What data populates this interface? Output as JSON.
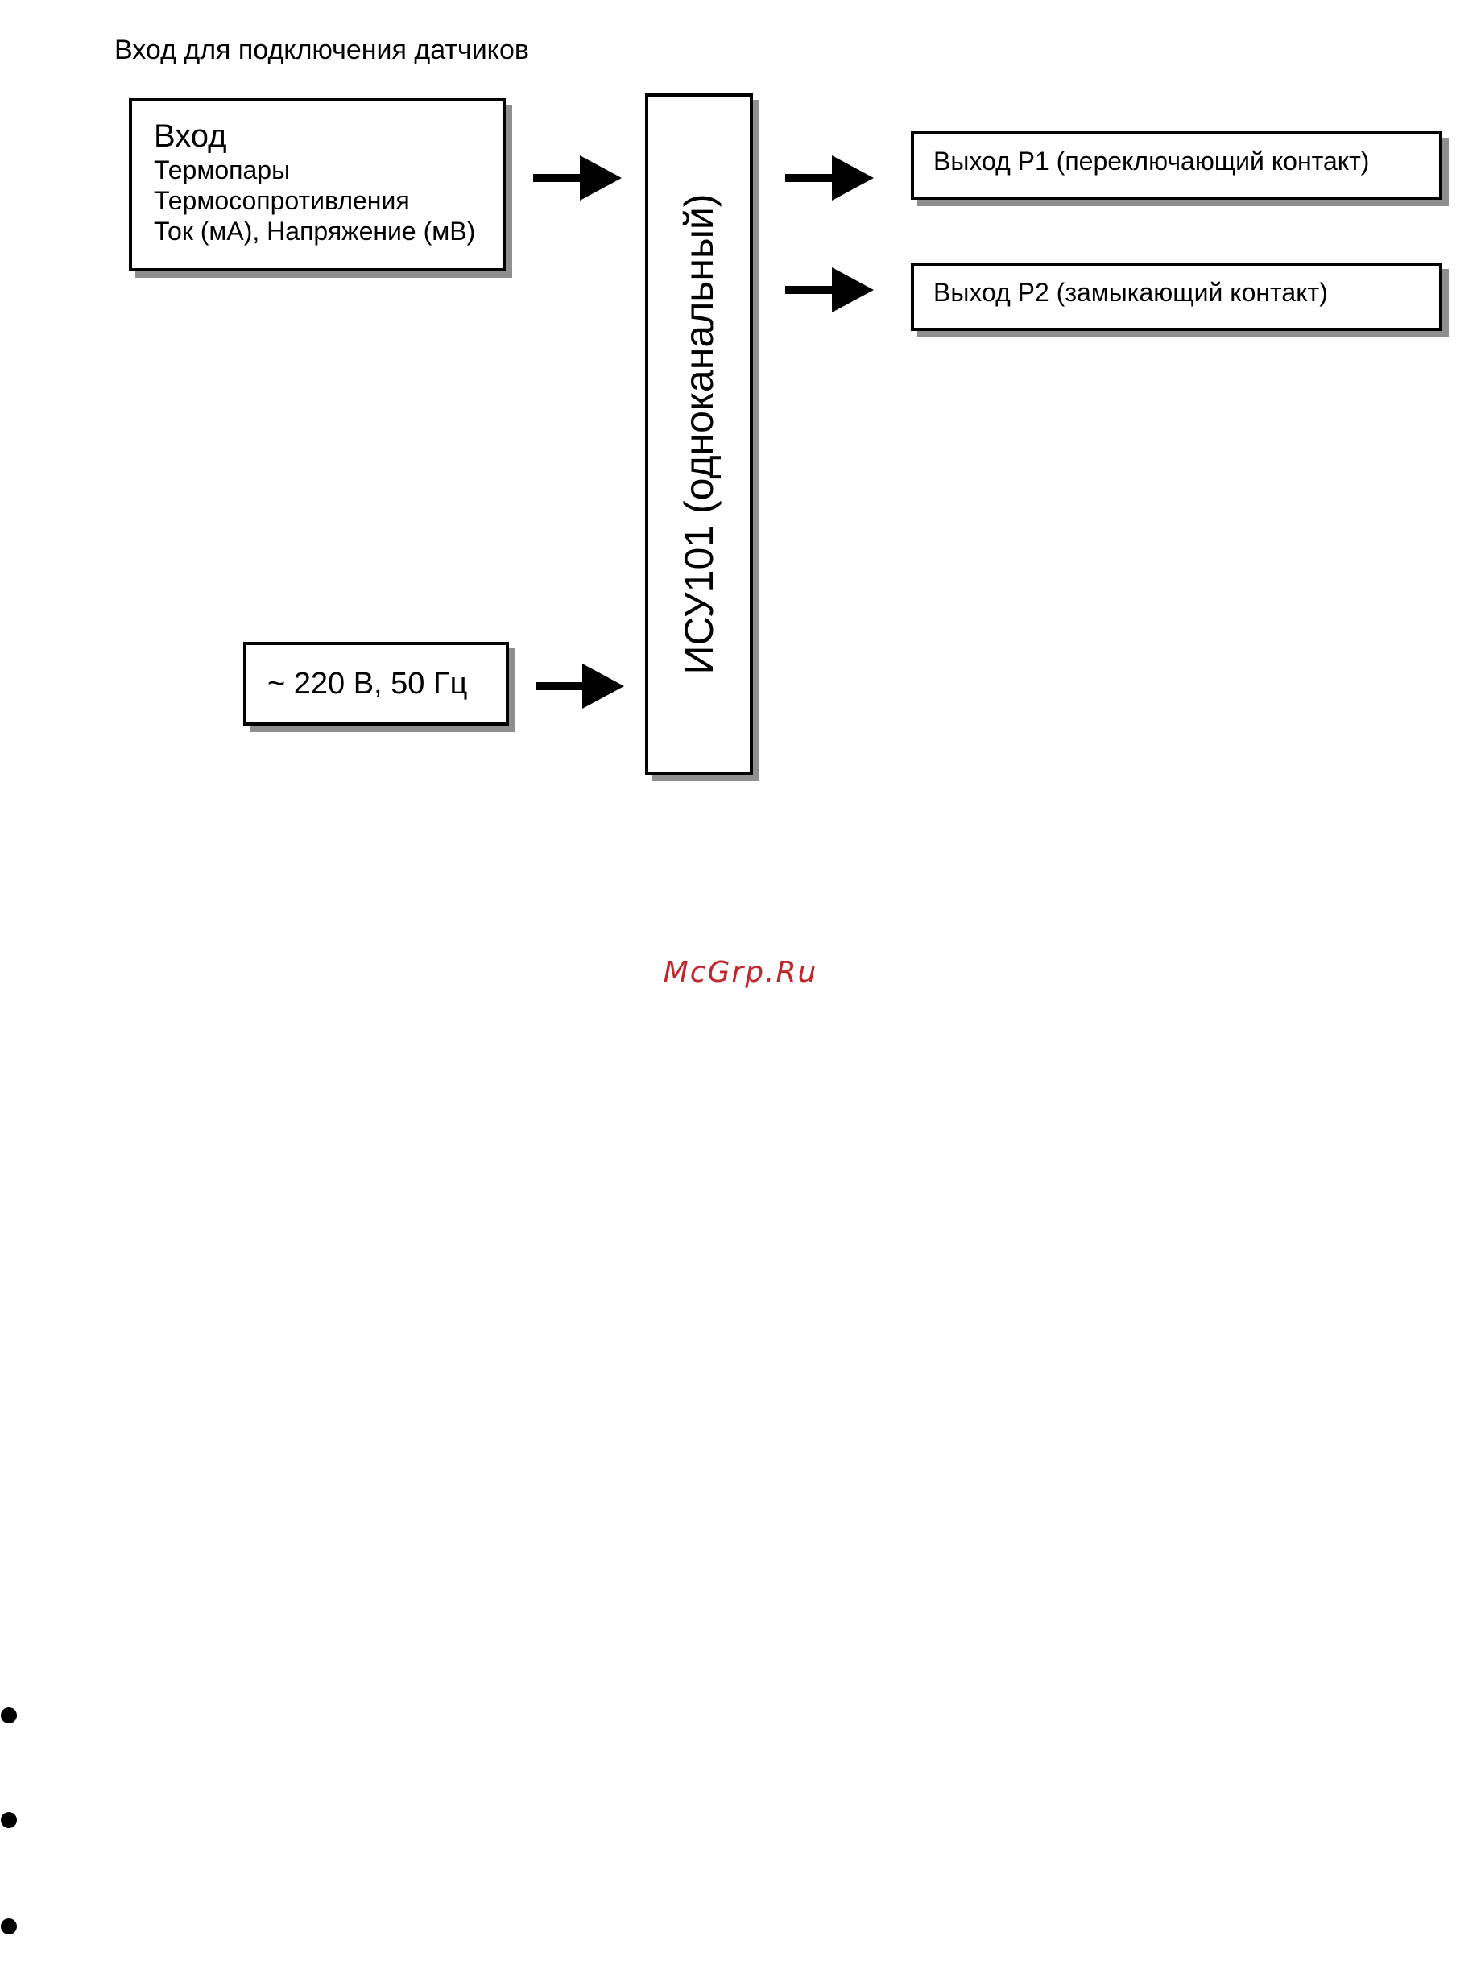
{
  "heading": "Вход для подключения датчиков",
  "input_box": {
    "title": "Вход",
    "lines": [
      "Термопары",
      "Термосопротивления",
      "Ток (мА), Напряжение (мВ)"
    ]
  },
  "power_box": {
    "label": "~ 220 В, 50 Гц"
  },
  "device_box": {
    "label": "ИСУ101 (одноканальный)"
  },
  "outputs": [
    {
      "label": "Выход Р1 (переключающий контакт)"
    },
    {
      "label": "Выход Р2 (замыкающий контакт)"
    }
  ],
  "watermark": "McGrp.Ru",
  "icons": {
    "arrow": "arrow-right-icon",
    "bullet": "bullet-icon"
  },
  "colors": {
    "stroke": "#000000",
    "shadow": "#8f8f8f",
    "watermark": "#c0282d"
  }
}
